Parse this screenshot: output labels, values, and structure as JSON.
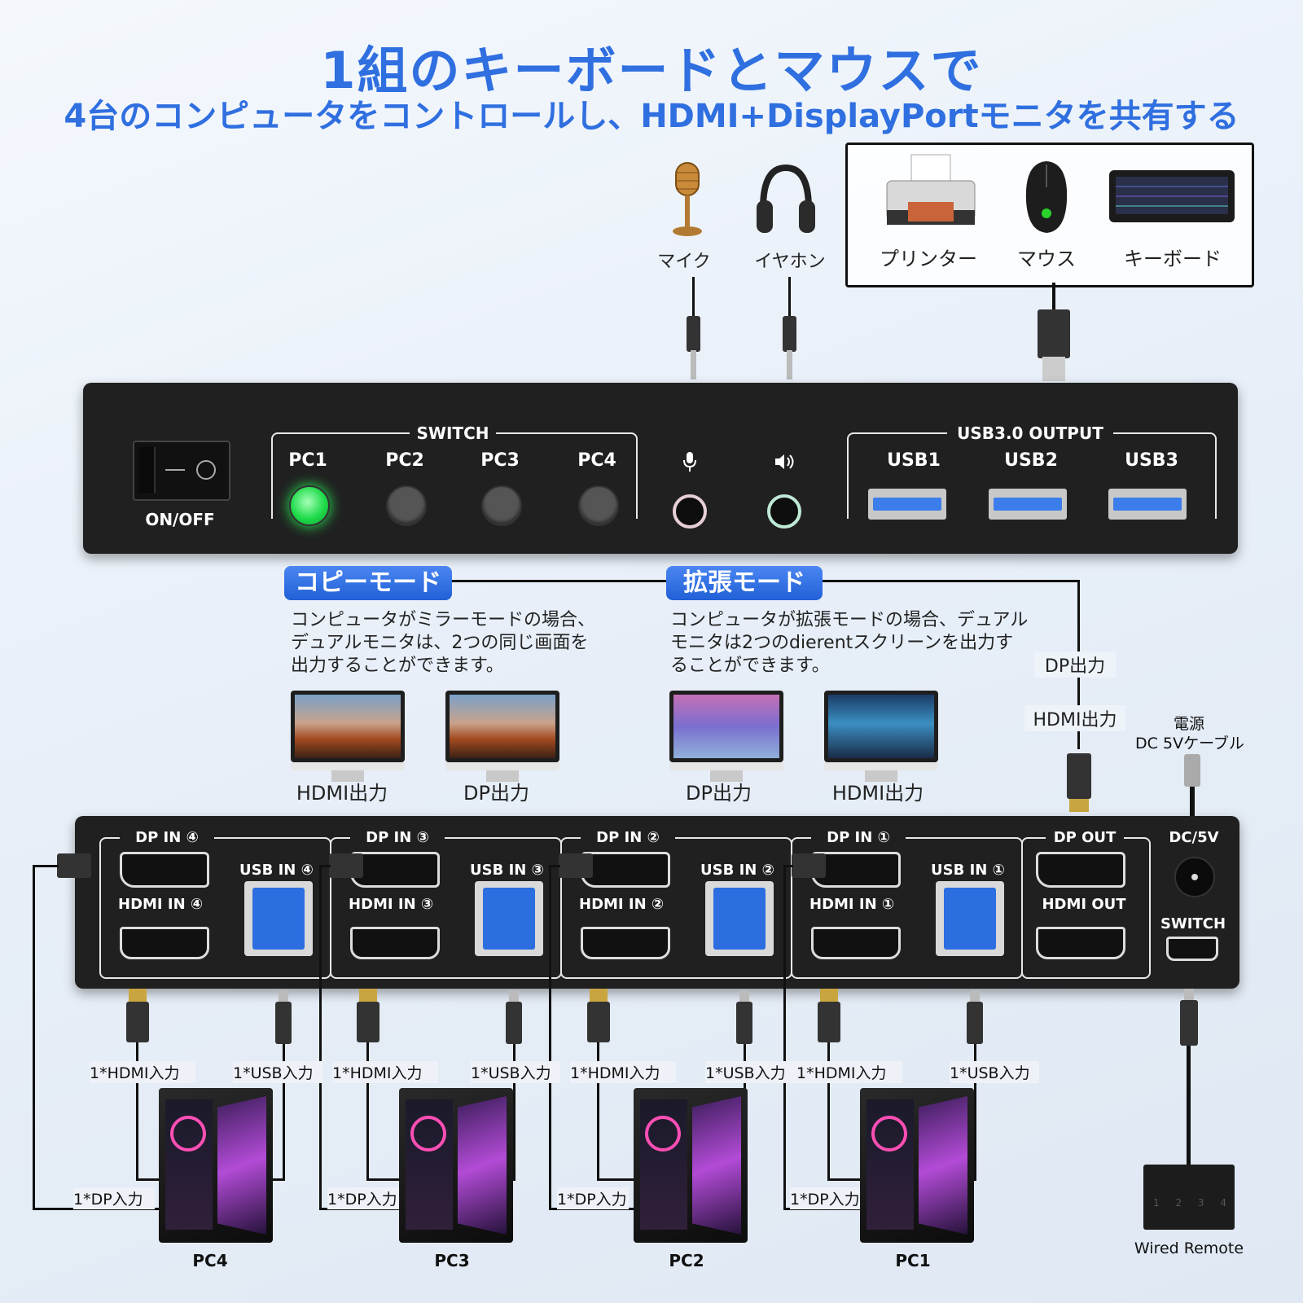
{
  "header": {
    "title": "1組のキーボードとマウスで",
    "subtitle": "4台のコンピュータをコントロールし、HDMI+DisplayPortモニタを共有する"
  },
  "peripherals": {
    "mic": "マイク",
    "earphone": "イヤホン",
    "printer": "プリンター",
    "mouse": "マウス",
    "keyboard": "キーボード"
  },
  "front_panel": {
    "power_label": "ON/OFF",
    "switch_label": "SWITCH",
    "pc_buttons": [
      "PC1",
      "PC2",
      "PC3",
      "PC4"
    ],
    "active_pc": "PC1",
    "usb_output_label": "USB3.0 OUTPUT",
    "usb_ports": [
      "USB1",
      "USB2",
      "USB3"
    ]
  },
  "modes": {
    "copy": {
      "title": "コピーモード",
      "description": [
        "コンピュータがミラーモードの場合、",
        "デュアルモニタは、2つの同じ画面を",
        "出力することができます。"
      ],
      "monitor_labels": [
        "HDMI出力",
        "DP出力"
      ]
    },
    "extend": {
      "title": "拡張モード",
      "description": [
        "コンピュータが拡張モードの場合、デュアル",
        "モニタは2つのdierentスクリーンを出力す",
        "ることができます。"
      ],
      "monitor_labels": [
        "DP出力",
        "HDMI出力"
      ]
    },
    "dp_output": "DP出力",
    "hdmi_output": "HDMI出力"
  },
  "power": {
    "line1": "電源",
    "line2": "DC 5Vケーブル"
  },
  "rear_panel": {
    "groups": [
      {
        "dp": "DP IN ④",
        "hdmi": "HDMI IN ④",
        "usb": "USB IN ④"
      },
      {
        "dp": "DP IN ③",
        "hdmi": "HDMI IN ③",
        "usb": "USB IN ③"
      },
      {
        "dp": "DP IN ②",
        "hdmi": "HDMI IN ②",
        "usb": "USB IN ②"
      },
      {
        "dp": "DP IN ①",
        "hdmi": "HDMI IN ①",
        "usb": "USB IN ①"
      }
    ],
    "dp_out": "DP OUT",
    "hdmi_out": "HDMI OUT",
    "dc": "DC/5V",
    "switch": "SWITCH"
  },
  "computers": [
    {
      "name": "PC4",
      "hdmi": "1*HDMI入力",
      "usb": "1*USB入力",
      "dp": "1*DP入力"
    },
    {
      "name": "PC3",
      "hdmi": "1*HDMI入力",
      "usb": "1*USB入力",
      "dp": "1*DP入力"
    },
    {
      "name": "PC2",
      "hdmi": "1*HDMI入力",
      "usb": "1*USB入力",
      "dp": "1*DP入力"
    },
    {
      "name": "PC1",
      "hdmi": "1*HDMI入力",
      "usb": "1*USB入力",
      "dp": "1*DP入力"
    }
  ],
  "remote": {
    "label": "Wired Remote",
    "keys": [
      "1",
      "2",
      "3",
      "4"
    ]
  },
  "colors": {
    "accent": "#2f6fe0",
    "active_led": "#1fdb4a",
    "panel": "#202020"
  }
}
